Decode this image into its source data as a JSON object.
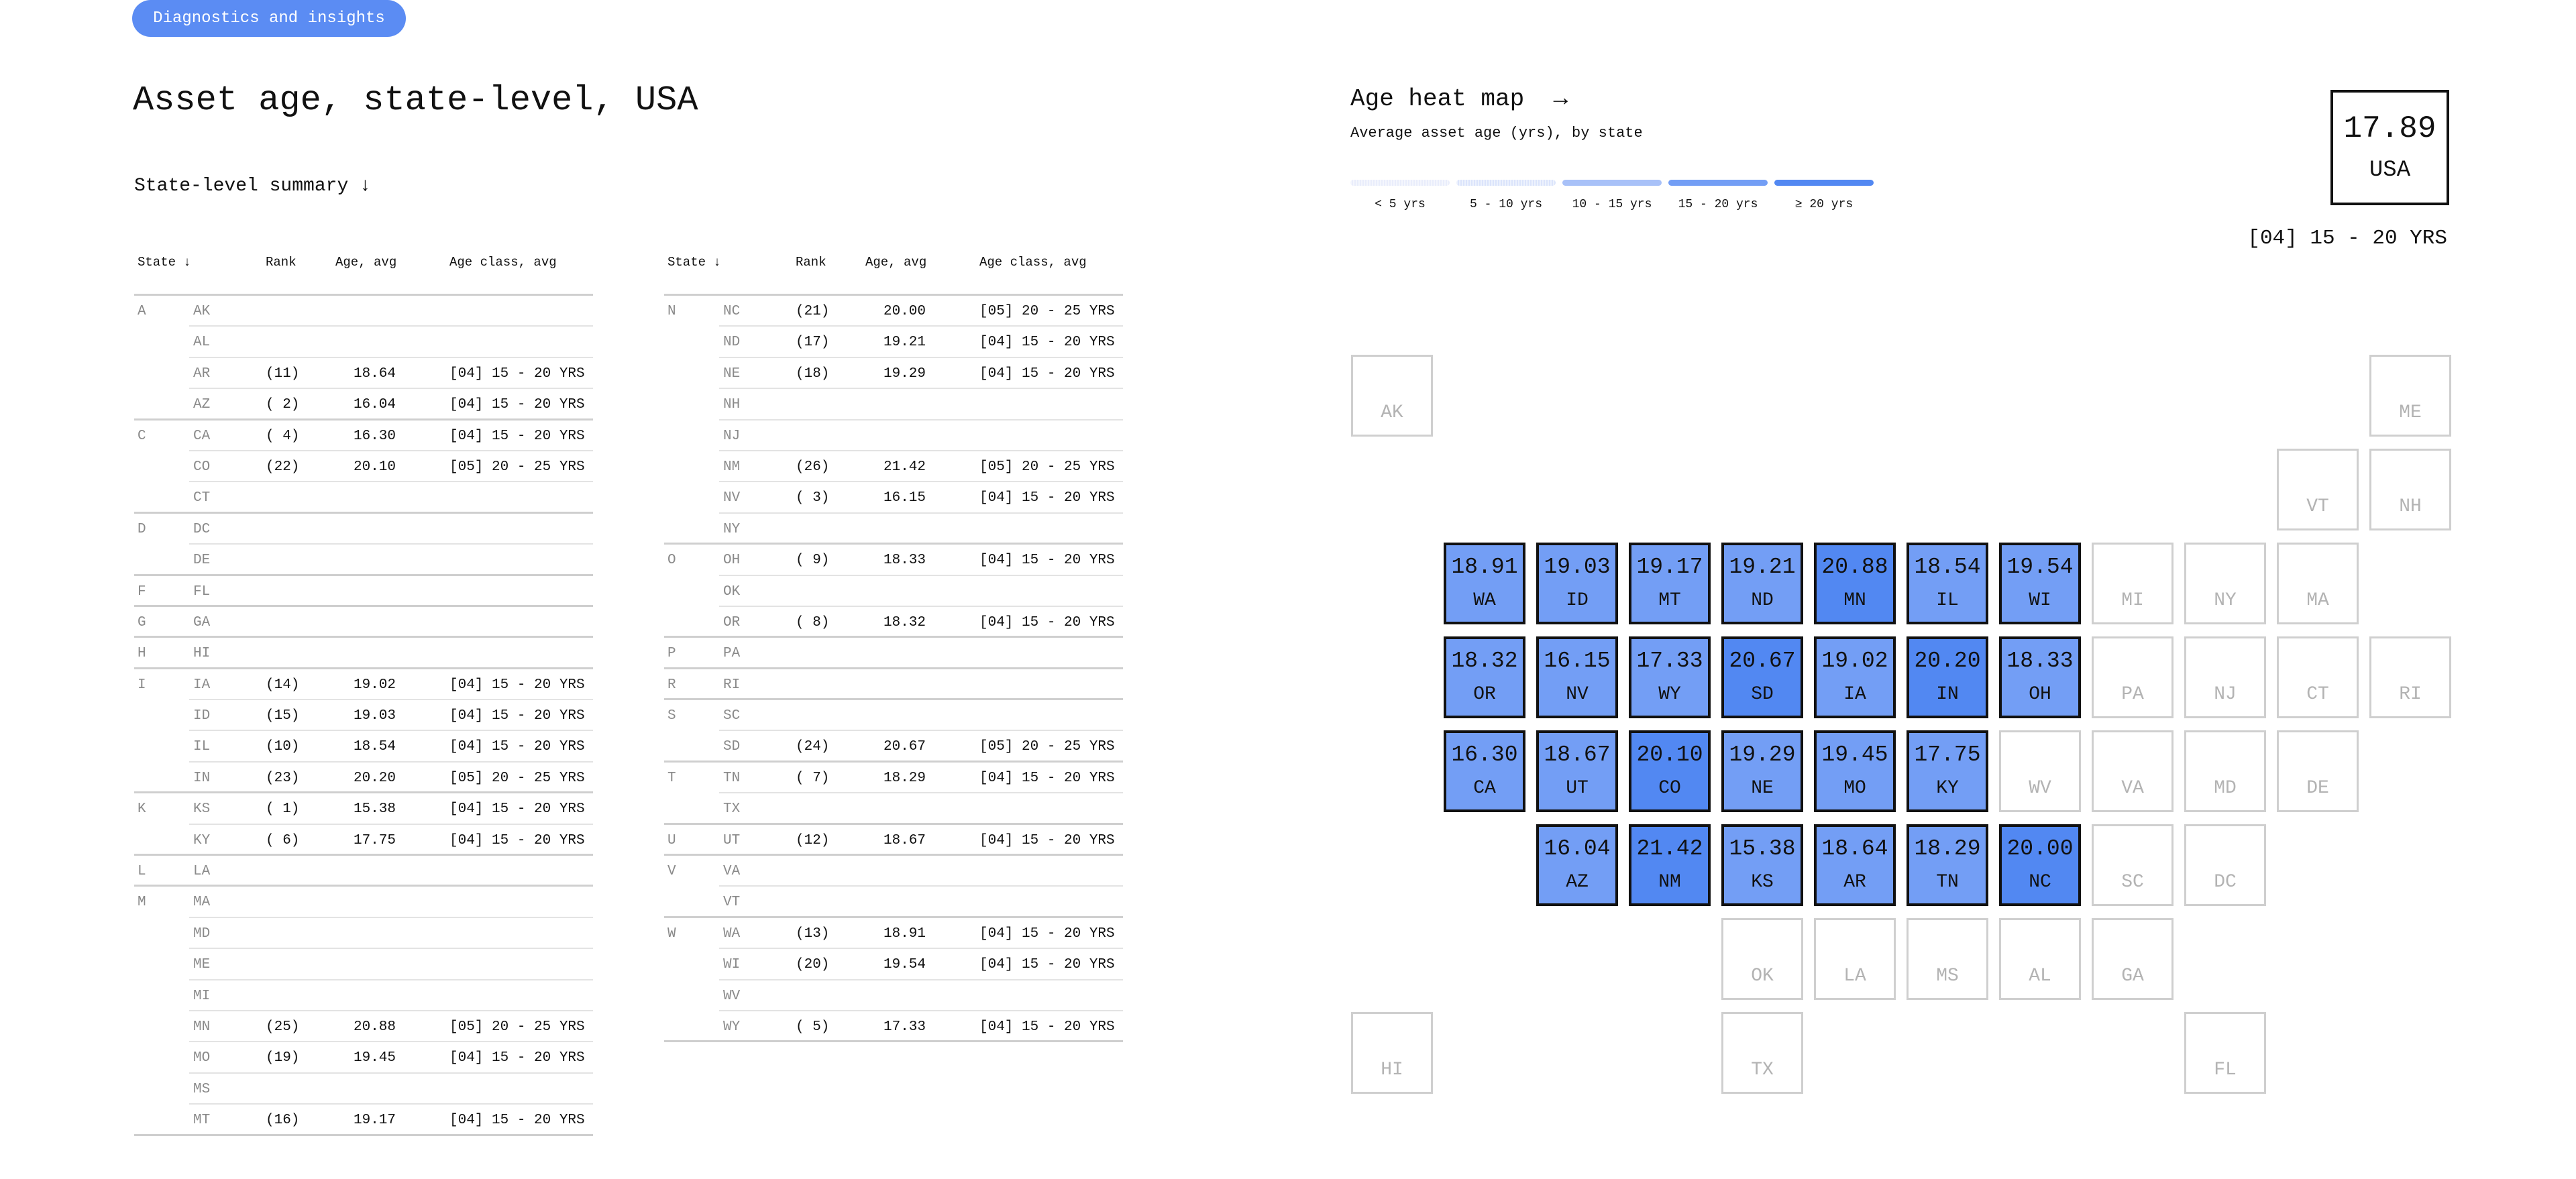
{
  "badge": "Diagnostics and insights",
  "title": "Asset age, state-level, USA",
  "summary_heading": "State-level summary ↓",
  "table_headers": {
    "state": "State ↓",
    "rank": "Rank",
    "age": "Age, avg",
    "class": "Age class, avg"
  },
  "tables": [
    {
      "rows": [
        {
          "group": "A",
          "state": "AK",
          "rank": "",
          "age": "",
          "class": ""
        },
        {
          "group": "",
          "state": "AL",
          "rank": "",
          "age": "",
          "class": ""
        },
        {
          "group": "",
          "state": "AR",
          "rank": "(11)",
          "age": "18.64",
          "class": "[04] 15 - 20 YRS"
        },
        {
          "group": "",
          "state": "AZ",
          "rank": "( 2)",
          "age": "16.04",
          "class": "[04] 15 - 20 YRS"
        },
        {
          "group": "C",
          "state": "CA",
          "rank": "( 4)",
          "age": "16.30",
          "class": "[04] 15 - 20 YRS"
        },
        {
          "group": "",
          "state": "CO",
          "rank": "(22)",
          "age": "20.10",
          "class": "[05] 20 - 25 YRS"
        },
        {
          "group": "",
          "state": "CT",
          "rank": "",
          "age": "",
          "class": ""
        },
        {
          "group": "D",
          "state": "DC",
          "rank": "",
          "age": "",
          "class": ""
        },
        {
          "group": "",
          "state": "DE",
          "rank": "",
          "age": "",
          "class": ""
        },
        {
          "group": "F",
          "state": "FL",
          "rank": "",
          "age": "",
          "class": ""
        },
        {
          "group": "G",
          "state": "GA",
          "rank": "",
          "age": "",
          "class": ""
        },
        {
          "group": "H",
          "state": "HI",
          "rank": "",
          "age": "",
          "class": ""
        },
        {
          "group": "I",
          "state": "IA",
          "rank": "(14)",
          "age": "19.02",
          "class": "[04] 15 - 20 YRS"
        },
        {
          "group": "",
          "state": "ID",
          "rank": "(15)",
          "age": "19.03",
          "class": "[04] 15 - 20 YRS"
        },
        {
          "group": "",
          "state": "IL",
          "rank": "(10)",
          "age": "18.54",
          "class": "[04] 15 - 20 YRS"
        },
        {
          "group": "",
          "state": "IN",
          "rank": "(23)",
          "age": "20.20",
          "class": "[05] 20 - 25 YRS"
        },
        {
          "group": "K",
          "state": "KS",
          "rank": "( 1)",
          "age": "15.38",
          "class": "[04] 15 - 20 YRS"
        },
        {
          "group": "",
          "state": "KY",
          "rank": "( 6)",
          "age": "17.75",
          "class": "[04] 15 - 20 YRS"
        },
        {
          "group": "L",
          "state": "LA",
          "rank": "",
          "age": "",
          "class": ""
        },
        {
          "group": "M",
          "state": "MA",
          "rank": "",
          "age": "",
          "class": ""
        },
        {
          "group": "",
          "state": "MD",
          "rank": "",
          "age": "",
          "class": ""
        },
        {
          "group": "",
          "state": "ME",
          "rank": "",
          "age": "",
          "class": ""
        },
        {
          "group": "",
          "state": "MI",
          "rank": "",
          "age": "",
          "class": ""
        },
        {
          "group": "",
          "state": "MN",
          "rank": "(25)",
          "age": "20.88",
          "class": "[05] 20 - 25 YRS"
        },
        {
          "group": "",
          "state": "MO",
          "rank": "(19)",
          "age": "19.45",
          "class": "[04] 15 - 20 YRS"
        },
        {
          "group": "",
          "state": "MS",
          "rank": "",
          "age": "",
          "class": ""
        },
        {
          "group": "",
          "state": "MT",
          "rank": "(16)",
          "age": "19.17",
          "class": "[04] 15 - 20 YRS"
        }
      ]
    },
    {
      "rows": [
        {
          "group": "N",
          "state": "NC",
          "rank": "(21)",
          "age": "20.00",
          "class": "[05] 20 - 25 YRS"
        },
        {
          "group": "",
          "state": "ND",
          "rank": "(17)",
          "age": "19.21",
          "class": "[04] 15 - 20 YRS"
        },
        {
          "group": "",
          "state": "NE",
          "rank": "(18)",
          "age": "19.29",
          "class": "[04] 15 - 20 YRS"
        },
        {
          "group": "",
          "state": "NH",
          "rank": "",
          "age": "",
          "class": ""
        },
        {
          "group": "",
          "state": "NJ",
          "rank": "",
          "age": "",
          "class": ""
        },
        {
          "group": "",
          "state": "NM",
          "rank": "(26)",
          "age": "21.42",
          "class": "[05] 20 - 25 YRS"
        },
        {
          "group": "",
          "state": "NV",
          "rank": "( 3)",
          "age": "16.15",
          "class": "[04] 15 - 20 YRS"
        },
        {
          "group": "",
          "state": "NY",
          "rank": "",
          "age": "",
          "class": ""
        },
        {
          "group": "O",
          "state": "OH",
          "rank": "( 9)",
          "age": "18.33",
          "class": "[04] 15 - 20 YRS"
        },
        {
          "group": "",
          "state": "OK",
          "rank": "",
          "age": "",
          "class": ""
        },
        {
          "group": "",
          "state": "OR",
          "rank": "( 8)",
          "age": "18.32",
          "class": "[04] 15 - 20 YRS"
        },
        {
          "group": "P",
          "state": "PA",
          "rank": "",
          "age": "",
          "class": ""
        },
        {
          "group": "R",
          "state": "RI",
          "rank": "",
          "age": "",
          "class": ""
        },
        {
          "group": "S",
          "state": "SC",
          "rank": "",
          "age": "",
          "class": ""
        },
        {
          "group": "",
          "state": "SD",
          "rank": "(24)",
          "age": "20.67",
          "class": "[05] 20 - 25 YRS"
        },
        {
          "group": "T",
          "state": "TN",
          "rank": "( 7)",
          "age": "18.29",
          "class": "[04] 15 - 20 YRS"
        },
        {
          "group": "",
          "state": "TX",
          "rank": "",
          "age": "",
          "class": ""
        },
        {
          "group": "U",
          "state": "UT",
          "rank": "(12)",
          "age": "18.67",
          "class": "[04] 15 - 20 YRS"
        },
        {
          "group": "V",
          "state": "VA",
          "rank": "",
          "age": "",
          "class": ""
        },
        {
          "group": "",
          "state": "VT",
          "rank": "",
          "age": "",
          "class": ""
        },
        {
          "group": "W",
          "state": "WA",
          "rank": "(13)",
          "age": "18.91",
          "class": "[04] 15 - 20 YRS"
        },
        {
          "group": "",
          "state": "WI",
          "rank": "(20)",
          "age": "19.54",
          "class": "[04] 15 - 20 YRS"
        },
        {
          "group": "",
          "state": "WV",
          "rank": "",
          "age": "",
          "class": ""
        },
        {
          "group": "",
          "state": "WY",
          "rank": "( 5)",
          "age": "17.33",
          "class": "[04] 15 - 20 YRS"
        }
      ]
    }
  ],
  "heatmap": {
    "title": "Age heat map",
    "arrow": "→",
    "subtitle": "Average asset age (yrs), by state",
    "legend": [
      {
        "label": "< 5 yrs",
        "color": "#e9edfb"
      },
      {
        "label": "5 - 10 yrs",
        "color": "#dbe4fb"
      },
      {
        "label": "10 - 15 yrs",
        "color": "#a8c1f8"
      },
      {
        "label": "15 - 20 yrs",
        "color": "#739ef5"
      },
      {
        "label": "≥ 20 yrs",
        "color": "#5288f2"
      }
    ],
    "usa_value": "17.89",
    "usa_label": "USA",
    "usa_class": "[04] 15 - 20 YRS",
    "tiles": [
      {
        "state": "AK"
      },
      {
        "state": "ME"
      },
      {
        "state": "VT"
      },
      {
        "state": "NH"
      },
      {
        "state": "WA",
        "value": "18.91",
        "level": 3
      },
      {
        "state": "ID",
        "value": "19.03",
        "level": 3
      },
      {
        "state": "MT",
        "value": "19.17",
        "level": 3
      },
      {
        "state": "ND",
        "value": "19.21",
        "level": 3
      },
      {
        "state": "MN",
        "value": "20.88",
        "level": 4
      },
      {
        "state": "IL",
        "value": "18.54",
        "level": 3
      },
      {
        "state": "WI",
        "value": "19.54",
        "level": 3
      },
      {
        "state": "MI"
      },
      {
        "state": "NY"
      },
      {
        "state": "MA"
      },
      {
        "state": "OR",
        "value": "18.32",
        "level": 3
      },
      {
        "state": "NV",
        "value": "16.15",
        "level": 3
      },
      {
        "state": "WY",
        "value": "17.33",
        "level": 3
      },
      {
        "state": "SD",
        "value": "20.67",
        "level": 4
      },
      {
        "state": "IA",
        "value": "19.02",
        "level": 3
      },
      {
        "state": "IN",
        "value": "20.20",
        "level": 4
      },
      {
        "state": "OH",
        "value": "18.33",
        "level": 3
      },
      {
        "state": "PA"
      },
      {
        "state": "NJ"
      },
      {
        "state": "CT"
      },
      {
        "state": "RI"
      },
      {
        "state": "CA",
        "value": "16.30",
        "level": 3
      },
      {
        "state": "UT",
        "value": "18.67",
        "level": 3
      },
      {
        "state": "CO",
        "value": "20.10",
        "level": 4
      },
      {
        "state": "NE",
        "value": "19.29",
        "level": 3
      },
      {
        "state": "MO",
        "value": "19.45",
        "level": 3
      },
      {
        "state": "KY",
        "value": "17.75",
        "level": 3
      },
      {
        "state": "WV"
      },
      {
        "state": "VA"
      },
      {
        "state": "MD"
      },
      {
        "state": "DE"
      },
      {
        "state": "AZ",
        "value": "16.04",
        "level": 3
      },
      {
        "state": "NM",
        "value": "21.42",
        "level": 4
      },
      {
        "state": "KS",
        "value": "15.38",
        "level": 3
      },
      {
        "state": "AR",
        "value": "18.64",
        "level": 3
      },
      {
        "state": "TN",
        "value": "18.29",
        "level": 3
      },
      {
        "state": "NC",
        "value": "20.00",
        "level": 4
      },
      {
        "state": "SC"
      },
      {
        "state": "DC"
      },
      {
        "state": "OK"
      },
      {
        "state": "LA"
      },
      {
        "state": "MS"
      },
      {
        "state": "AL"
      },
      {
        "state": "GA"
      },
      {
        "state": "HI"
      },
      {
        "state": "TX"
      },
      {
        "state": "FL"
      }
    ]
  }
}
